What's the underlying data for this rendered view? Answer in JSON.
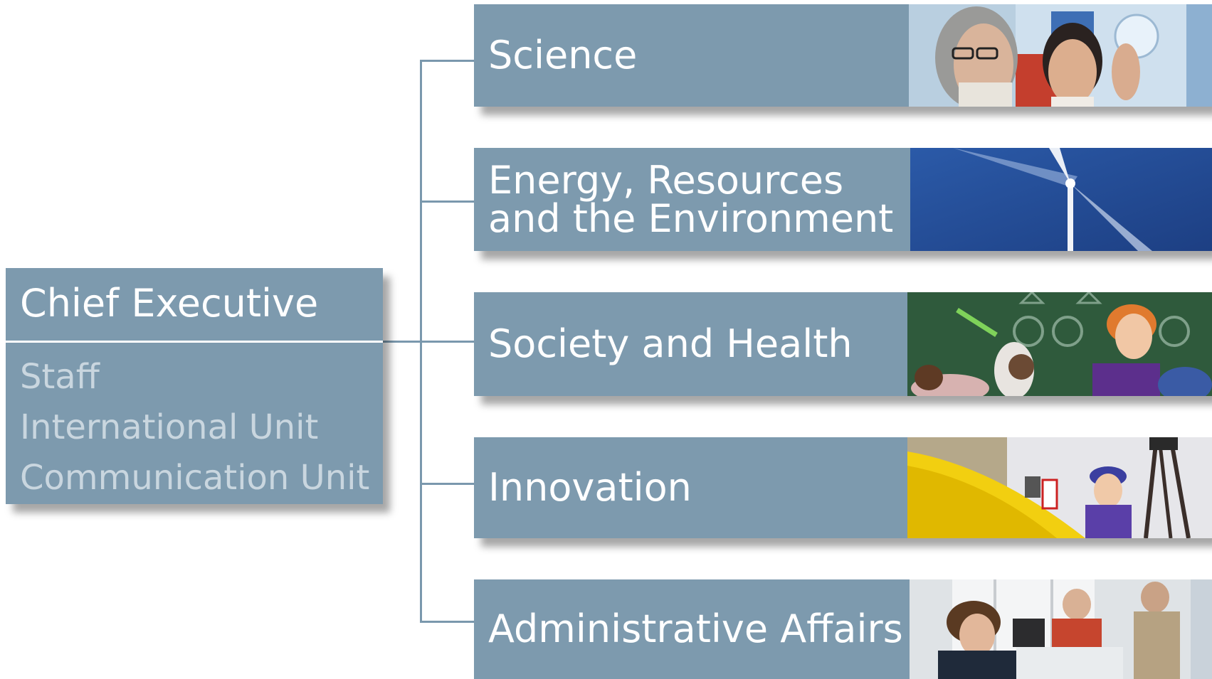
{
  "chief": {
    "title": "Chief Executive",
    "units": [
      "Staff",
      "International Unit",
      "Communication Unit"
    ]
  },
  "divisions": [
    {
      "label": "Science",
      "photo": "scientists-examining-sample-photo"
    },
    {
      "label": "Energy, Resources\nand the Environment",
      "photo": "wind-turbine-photo"
    },
    {
      "label": "Society and Health",
      "photo": "classroom-children-photo"
    },
    {
      "label": "Innovation",
      "photo": "workshop-engineer-photo"
    },
    {
      "label": "Administrative Affairs",
      "photo": "office-workers-photo"
    }
  ],
  "colors": {
    "box": "#7d9aae",
    "connector": "#7a98ad",
    "text": "#ffffff",
    "muted_text": "#c9d6df"
  }
}
